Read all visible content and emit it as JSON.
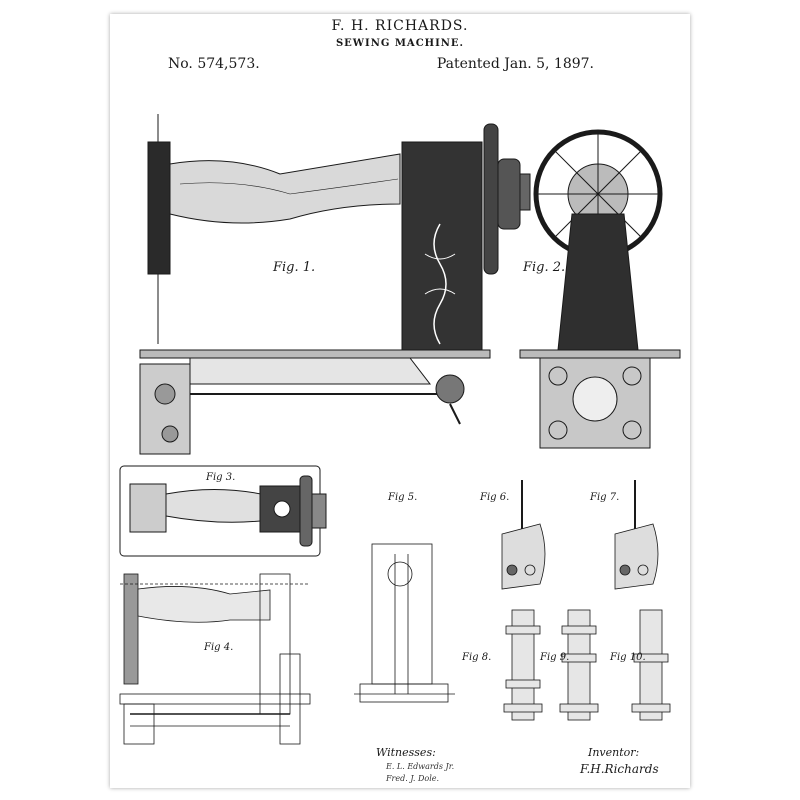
{
  "header": {
    "inventor_name": "F. H. RICHARDS.",
    "title": "SEWING MACHINE.",
    "patent_number": "No. 574,573.",
    "patent_date": "Patented Jan. 5, 1897."
  },
  "figures": {
    "fig1": "Fig. 1.",
    "fig2": "Fig. 2.",
    "fig3": "Fig 3.",
    "fig4": "Fig 4.",
    "fig5": "Fig 5.",
    "fig6": "Fig 6.",
    "fig7": "Fig 7.",
    "fig8": "Fig 8.",
    "fig9": "Fig 9.",
    "fig10": "Fig 10."
  },
  "footer": {
    "witnesses_label": "Witnesses:",
    "witness_1": "E. L. Edwards Jr.",
    "witness_2": "Fred. J. Dole.",
    "inventor_label": "Inventor:",
    "inventor_signature": "F.H.Richards"
  },
  "colors": {
    "ink": "#1a1a1a",
    "paper": "#ffffff"
  }
}
